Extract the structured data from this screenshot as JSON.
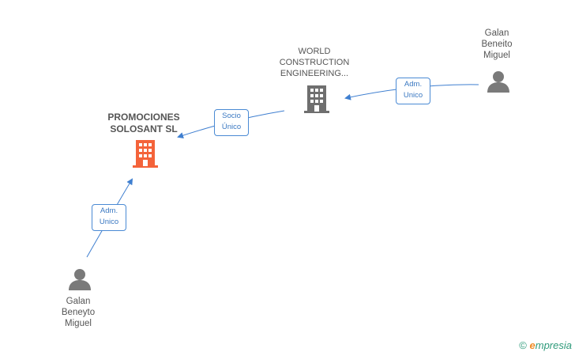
{
  "nodes": {
    "main_company": {
      "lines": [
        "PROMOCIONES",
        "SOLOSANT SL"
      ],
      "color": "#f4633a"
    },
    "world_company": {
      "lines": [
        "WORLD",
        "CONSTRUCTION",
        "ENGINEERING..."
      ],
      "color": "#6f6f6f"
    },
    "person_top": {
      "lines": [
        "Galan",
        "Beneito",
        "Miguel"
      ],
      "color": "#7a7a7a"
    },
    "person_bottom": {
      "lines": [
        "Galan",
        "Beneyto",
        "Miguel"
      ],
      "color": "#7a7a7a"
    }
  },
  "edges": {
    "socio": {
      "lines": [
        "Socio",
        "Único"
      ]
    },
    "adm_top": {
      "lines": [
        "Adm.",
        "Unico"
      ]
    },
    "adm_bottom": {
      "lines": [
        "Adm.",
        "Unico"
      ]
    }
  },
  "edge_color": "#3f7fd0",
  "credit": {
    "symbol": "©",
    "brand_e": "e",
    "brand_rest": "mpresia"
  }
}
